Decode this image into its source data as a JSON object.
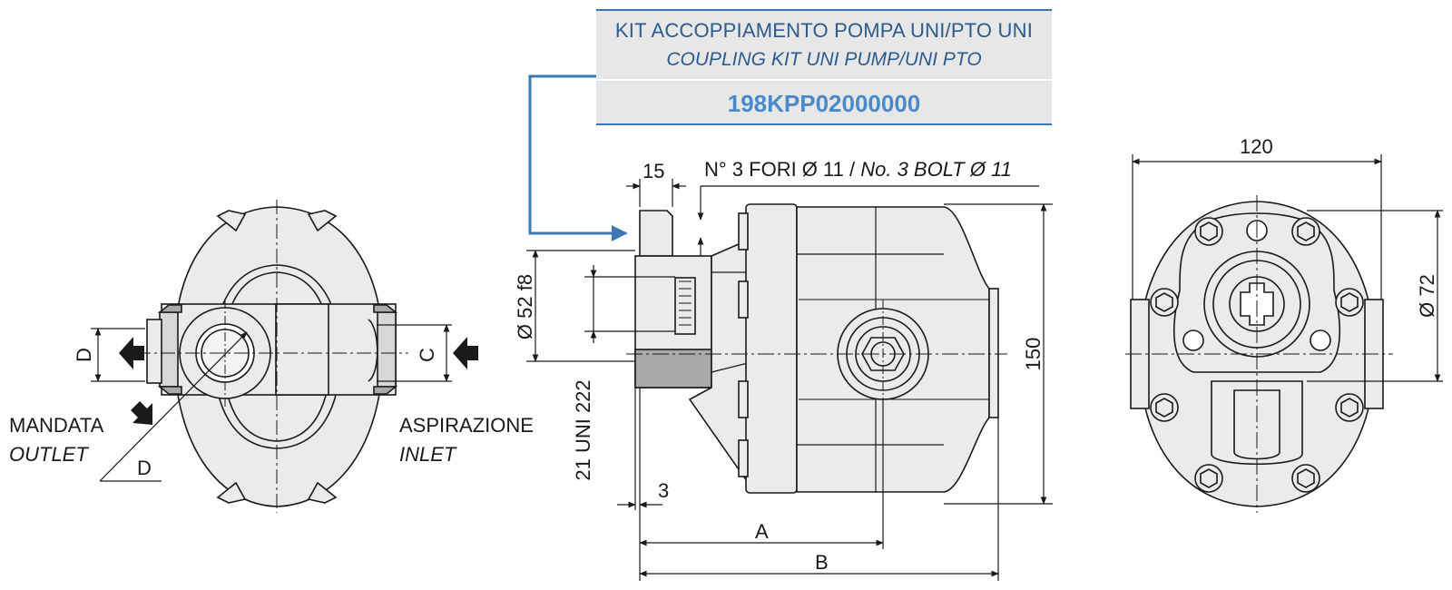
{
  "kit": {
    "title_it": "KIT ACCOPPIAMENTO POMPA UNI/PTO UNI",
    "title_en": "COUPLING KIT UNI PUMP/UNI PTO",
    "code": "198KPP02000000"
  },
  "labels": {
    "outlet_it": "MANDATA",
    "outlet_en": "OUTLET",
    "inlet_it": "ASPIRAZIONE",
    "inlet_en": "INLET",
    "port_d_side": "D",
    "port_d_diag": "D",
    "port_c": "C"
  },
  "dimensions": {
    "flange_thickness": "15",
    "bolt_holes_it": "N° 3 FORI Ø 11 / ",
    "bolt_holes_en": "No. 3 BOLT Ø 11",
    "pilot_diameter": "Ø 52 f8",
    "shaft_spec": "21 UNI 222",
    "shoulder": "3",
    "length_a": "A",
    "length_b": "B",
    "height": "150",
    "width": "120",
    "bolt_circle": "Ø 72"
  },
  "colors": {
    "accent_blue": "#3c79b4",
    "kit_text": "#2c5c8f",
    "code_text": "#4a8acb",
    "box_fill": "#e6e7e6",
    "body_fill": "#ebebea",
    "shade_fill": "#a9a9a9"
  }
}
